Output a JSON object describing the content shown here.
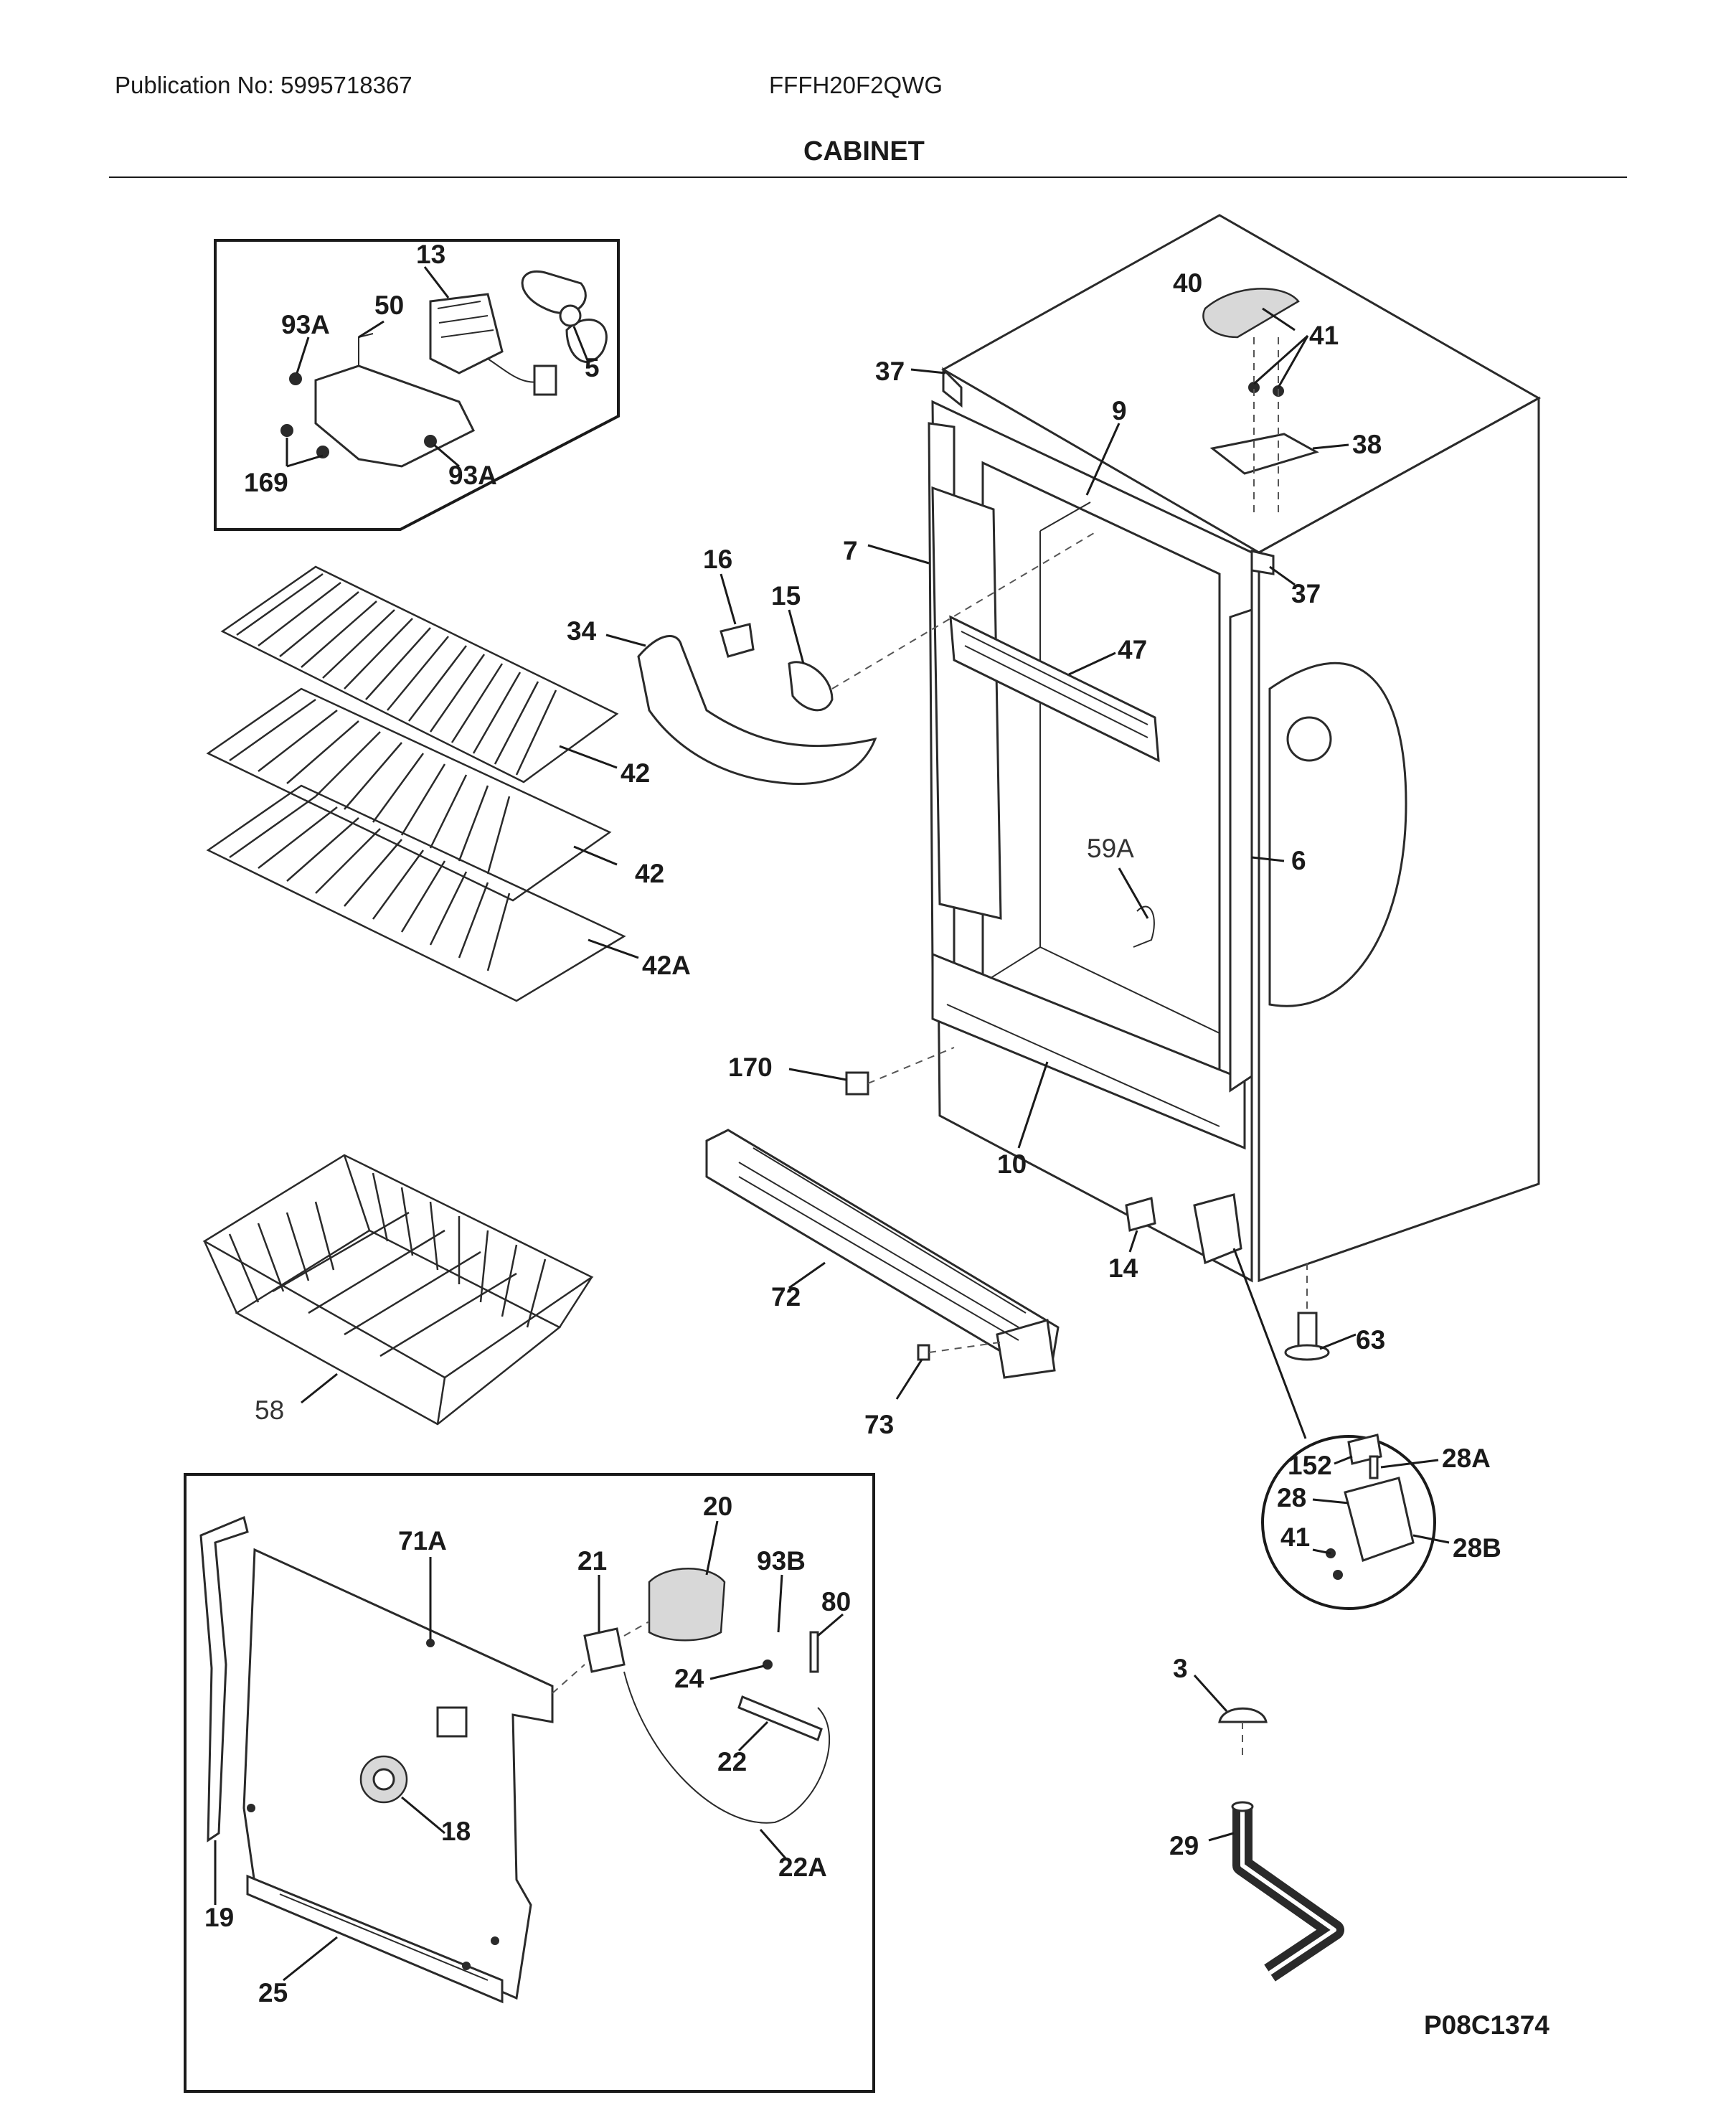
{
  "header": {
    "publication": "Publication No: 5995718367",
    "model": "FFFH20F2QWG",
    "section_title": "CABINET"
  },
  "figure_code": "P08C1374",
  "part_labels": {
    "p13": "13",
    "p50": "50",
    "p93A_top": "93A",
    "p5": "5",
    "p169": "169",
    "p93A_bot": "93A",
    "p40": "40",
    "p41_top": "41",
    "p37_top": "37",
    "p9": "9",
    "p38": "38",
    "p37_right": "37",
    "p16": "16",
    "p15": "15",
    "p7": "7",
    "p34": "34",
    "p47": "47",
    "p42_a": "42",
    "p42_b": "42",
    "p42A": "42A",
    "p59A": "59A",
    "p6": "6",
    "p170": "170",
    "p10": "10",
    "p72": "72",
    "p14": "14",
    "p63": "63",
    "p73": "73",
    "p58": "58",
    "p152": "152",
    "p28A": "28A",
    "p28": "28",
    "p41_inset": "41",
    "p28B": "28B",
    "p20": "20",
    "p71A": "71A",
    "p21": "21",
    "p93B": "93B",
    "p80": "80",
    "p24": "24",
    "p22": "22",
    "p18": "18",
    "p22A": "22A",
    "p19": "19",
    "p25": "25",
    "p3": "3",
    "p29": "29"
  }
}
